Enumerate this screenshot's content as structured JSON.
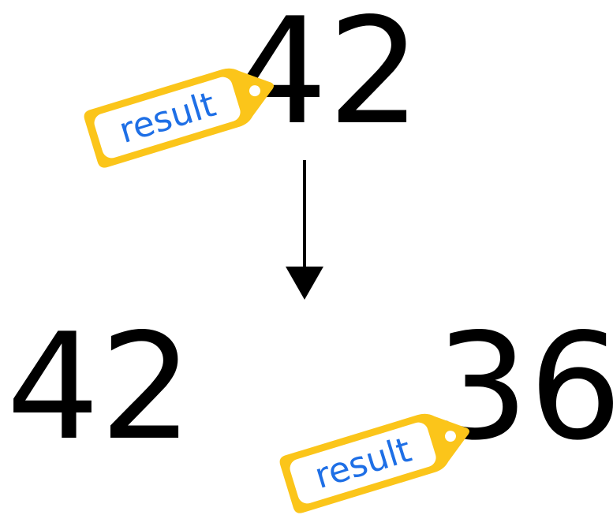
{
  "top_value": "42",
  "bottom_left_value": "42",
  "bottom_right_value": "36",
  "tag_top": {
    "label": "result"
  },
  "tag_bottom": {
    "label": "result"
  },
  "colors": {
    "tag_fill": "#FBC51A",
    "tag_inner": "#FFFFFF",
    "tag_text": "#1E6FE6",
    "arrow": "#000000",
    "numbers": "#000000"
  },
  "icons": {
    "arrow": "down-arrow-icon",
    "tag": "label-tag-icon"
  }
}
